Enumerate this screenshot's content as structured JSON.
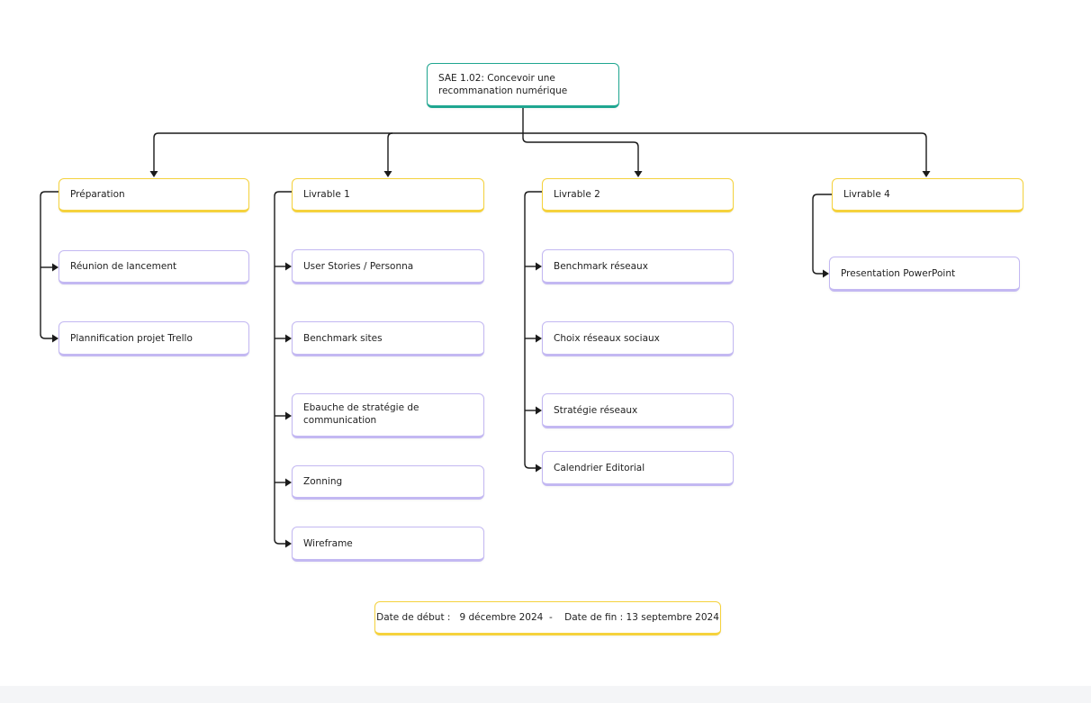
{
  "diagram": {
    "root": {
      "line1": "SAE 1.02: Concevoir une",
      "line2": "recommanation numérique"
    },
    "branches": [
      {
        "label": "Préparation",
        "tasks": [
          "Réunion de lancement",
          "Plannification projet Trello"
        ]
      },
      {
        "label": "Livrable 1",
        "tasks": [
          "User Stories / Personna",
          "Benchmark sites",
          "Ebauche de stratégie de|communication",
          "Zonning",
          "Wireframe"
        ]
      },
      {
        "label": "Livrable 2",
        "tasks": [
          "Benchmark réseaux",
          "Choix réseaux sociaux",
          "Stratégie réseaux",
          "Calendrier Editorial"
        ]
      },
      {
        "label": "Livrable 4",
        "tasks": [
          "Presentation PowerPoint"
        ]
      }
    ],
    "dates": "Date de début :   9 décembre 2024  -    Date de fin : 13 septembre 2024"
  },
  "colors": {
    "root_border": "#1fa690",
    "header_border": "#f5d23d",
    "task_border": "#c3b8f2",
    "connector": "#1a1a1a"
  }
}
